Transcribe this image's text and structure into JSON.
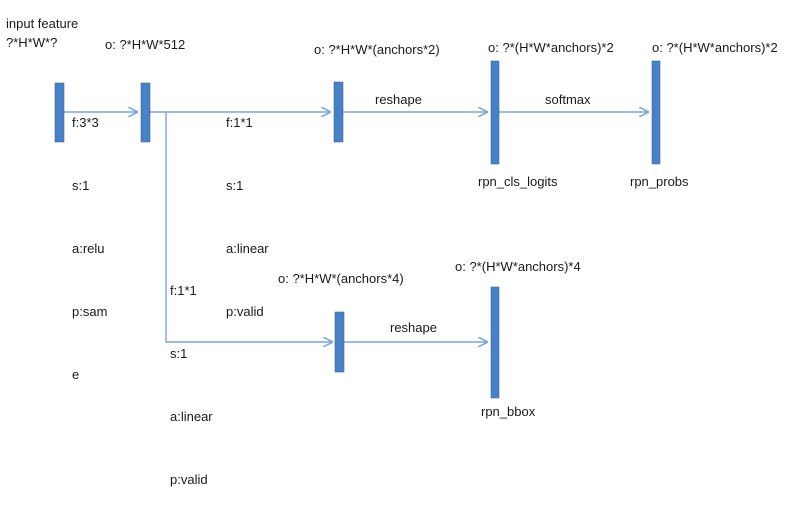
{
  "input": {
    "title": "input feature",
    "shape": "?*H*W*?",
    "params": [
      "f:3*3",
      "s:1",
      "a:relu",
      "p:sam",
      "e"
    ]
  },
  "conv": {
    "output": "o: ?*H*W*512"
  },
  "cls_branch": {
    "params": [
      "f:1*1",
      "s:1",
      "a:linear",
      "p:valid"
    ],
    "conv_output": "o: ?*H*W*(anchors*2)",
    "reshape_label": "reshape",
    "logits_output": "o: ?*(H*W*anchors)*2",
    "logits_name": "rpn_cls_logits",
    "softmax_label": "softmax",
    "probs_output": "o: ?*(H*W*anchors)*2",
    "probs_name": "rpn_probs"
  },
  "bbox_branch": {
    "params": [
      "f:1*1",
      "s:1",
      "a:linear",
      "p:valid"
    ],
    "conv_output": "o: ?*H*W*(anchors*4)",
    "reshape_label": "reshape",
    "bbox_output": "o: ?*(H*W*anchors)*4",
    "bbox_name": "rpn_bbox"
  },
  "colors": {
    "block": "#4a81c4",
    "connector": "#7ea6d8"
  }
}
